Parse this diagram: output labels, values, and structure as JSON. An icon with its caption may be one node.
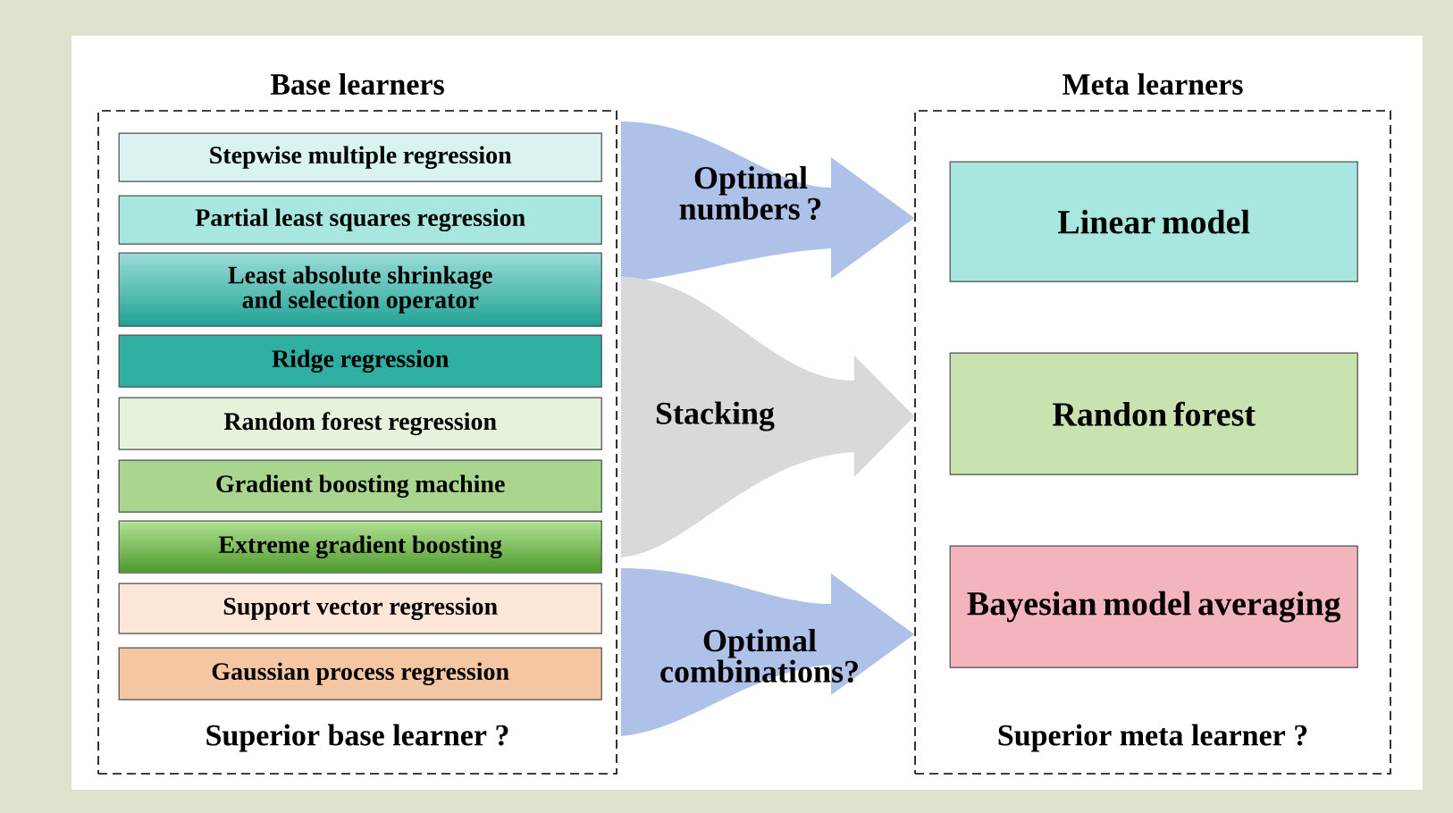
{
  "diagram": {
    "nodes": [
      {
        "text": [
          "Base learners",
          "Superior base learner ?"
        ]
      },
      {
        "text": [
          "Stepwise multiple regression"
        ],
        "in": 0
      },
      {
        "text": [
          "Partial least squares regression"
        ],
        "in": 0
      },
      {
        "text": [
          "Least absolute shrinkage and selection operator"
        ],
        "in": 0
      },
      {
        "text": [
          "Ridge regression"
        ],
        "in": 0
      },
      {
        "text": [
          "Random forest regression"
        ],
        "in": 0
      },
      {
        "text": [
          "Gradient boosting machine"
        ],
        "in": 0
      },
      {
        "text": [
          "Extreme gradient boosting"
        ],
        "in": 0
      },
      {
        "text": [
          "Support vector regression"
        ],
        "in": 0
      },
      {
        "text": [
          "Gaussian process regression"
        ],
        "in": 0
      },
      {
        "text": [
          "Meta learners",
          "Superior meta learner ?"
        ]
      },
      {
        "text": [
          "Linear model"
        ],
        "in": 10
      },
      {
        "text": [
          "Randon forest"
        ],
        "in": 10
      },
      {
        "text": [
          "Bayesian model averaging"
        ],
        "in": 10
      }
    ],
    "edges": [
      {
        "from": 0,
        "to": 10,
        "arrow": "to",
        "label": "Optimal numbers ?"
      },
      {
        "from": 0,
        "to": 10,
        "arrow": "to",
        "label": "Stacking",
        "color": "#d9d9d9"
      },
      {
        "from": 0,
        "to": 10,
        "arrow": "to",
        "label": "Optimal combinations?"
      }
    ]
  }
}
